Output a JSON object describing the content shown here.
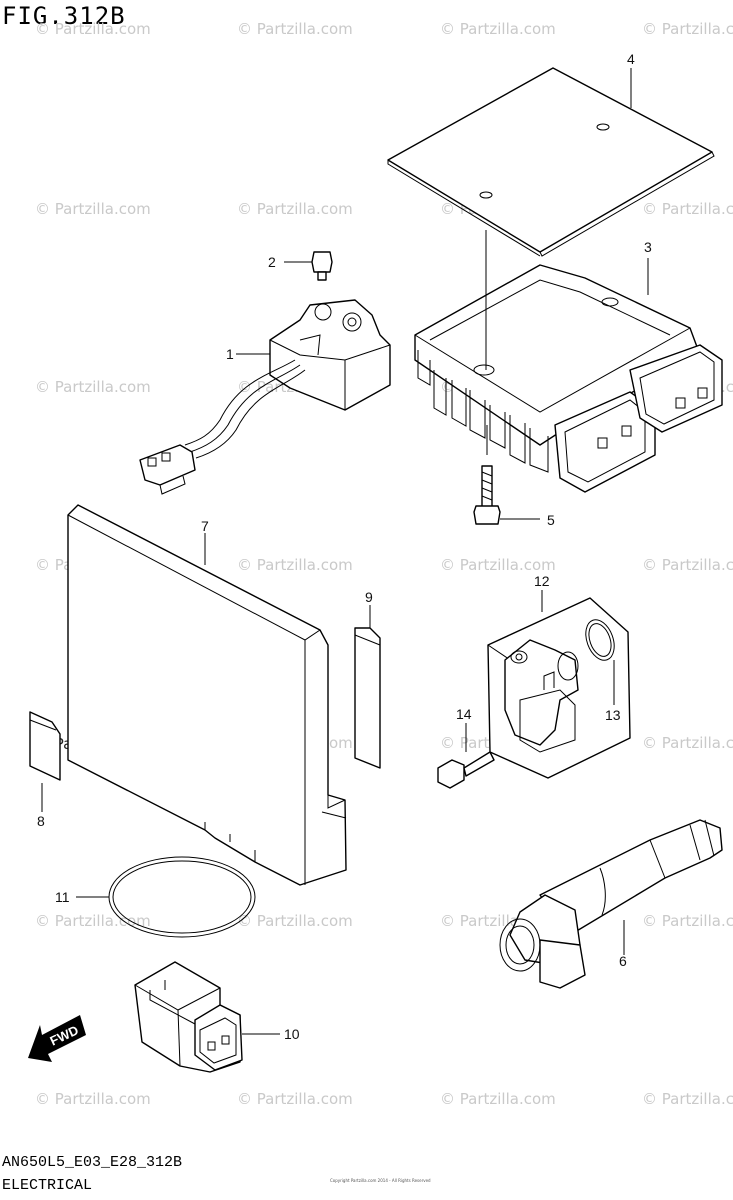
{
  "figure": {
    "title": "FIG.312B"
  },
  "watermark": {
    "text": "© Partzilla.com"
  },
  "callouts": {
    "p1": "1",
    "p2": "2",
    "p3": "3",
    "p4": "4",
    "p5": "5",
    "p6": "6",
    "p7": "7",
    "p8": "8",
    "p9": "9",
    "p10": "10",
    "p11": "11",
    "p12": "12",
    "p13": "13",
    "p14": "14"
  },
  "fwd_label": "FWD",
  "footer": {
    "code": "AN650L5_E03_E28_312B",
    "name": "ELECTRICAL",
    "copyright": "Copyright\nPartzilla.com 2014 - All Rights Reserved"
  },
  "colors": {
    "line": "#000000",
    "watermark": "#c9c9c9",
    "background": "#ffffff"
  }
}
